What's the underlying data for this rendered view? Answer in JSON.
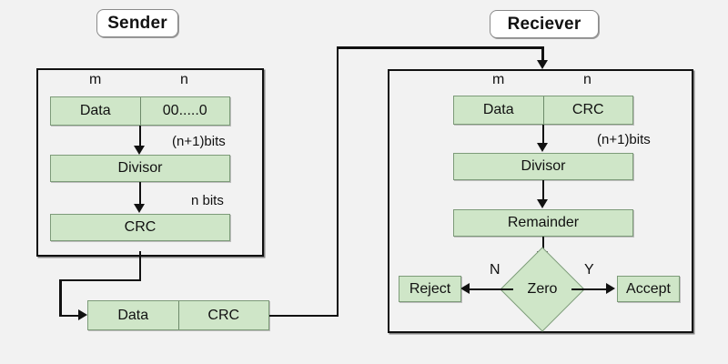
{
  "diagram": {
    "title_sender": "Sender",
    "title_receiver": "Reciever",
    "background_color": "#f2f2f2",
    "block_fill_color": "#cfe6c8",
    "block_border_color": "#7d9b79",
    "line_color": "#111111"
  },
  "sender": {
    "pill_label": "Sender",
    "bit_label_m": "m",
    "bit_label_n": "n",
    "frame": {
      "data_label": "Data",
      "zeros_label": "00.....0"
    },
    "divisor_label": "Divisor",
    "crc_label": "CRC",
    "annotation_divisor": "(n+1)bits",
    "annotation_crc": "n bits"
  },
  "transmission": {
    "data_label": "Data",
    "crc_label": "CRC"
  },
  "receiver": {
    "pill_label": "Reciever",
    "bit_label_m": "m",
    "bit_label_n": "n",
    "frame": {
      "data_label": "Data",
      "crc_label": "CRC"
    },
    "divisor_label": "Divisor",
    "remainder_label": "Remainder",
    "decision_label": "Zero",
    "annotation_divisor": "(n+1)bits",
    "branch_no_label": "N",
    "branch_yes_label": "Y",
    "reject_label": "Reject",
    "accept_label": "Accept"
  }
}
